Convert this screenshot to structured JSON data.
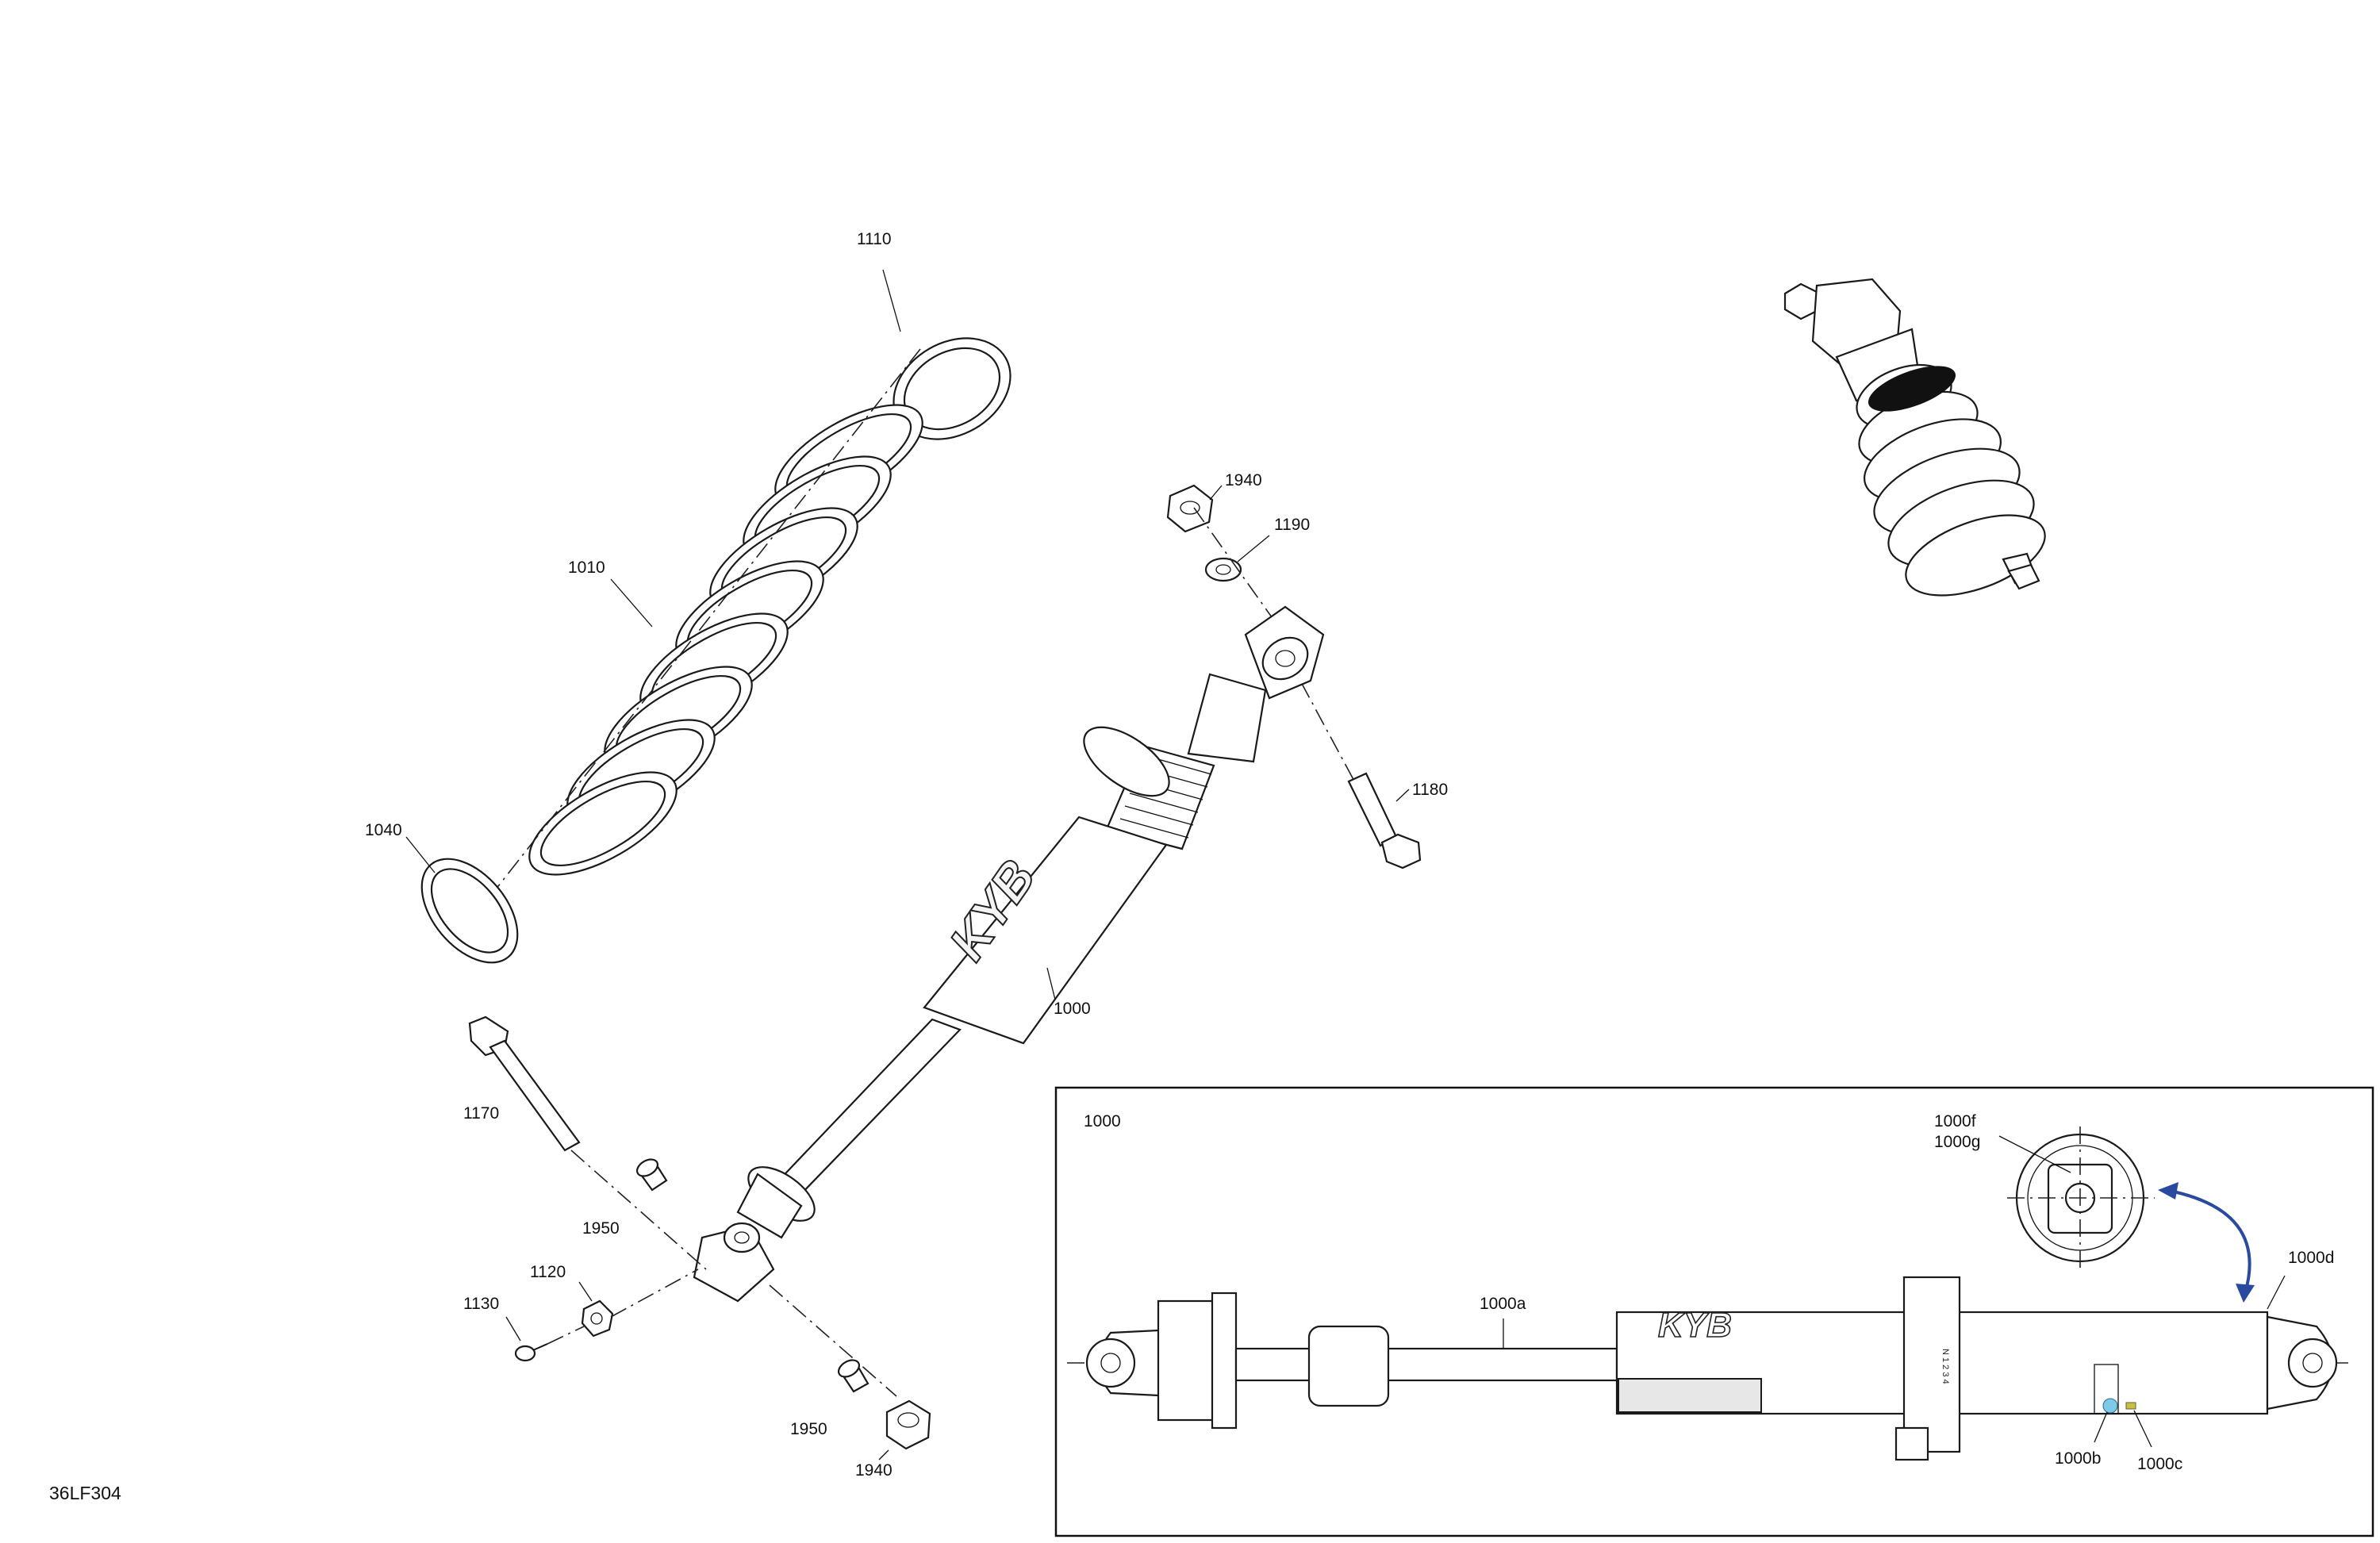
{
  "diagram_code": "36LF304",
  "callouts": {
    "c1110": "1110",
    "c1010": "1010",
    "c1040": "1040",
    "c1940_top": "1940",
    "c1190": "1190",
    "c1180": "1180",
    "c1000": "1000",
    "c1170": "1170",
    "c1950_top": "1950",
    "c1120": "1120",
    "c1130": "1130",
    "c1950_bottom": "1950",
    "c1940_bottom": "1940"
  },
  "inset": {
    "title": "1000",
    "c1000f": "1000f",
    "c1000g": "1000g",
    "c1000d": "1000d",
    "c1000a": "1000a",
    "c1000b": "1000b",
    "c1000c": "1000c",
    "brand_text": "KYB",
    "scale_marks": "N 1 2 3 4"
  },
  "colors": {
    "arrow": "#2a4aa0",
    "marker_b": "#7ec8e8",
    "marker_c": "#c8c04a"
  }
}
